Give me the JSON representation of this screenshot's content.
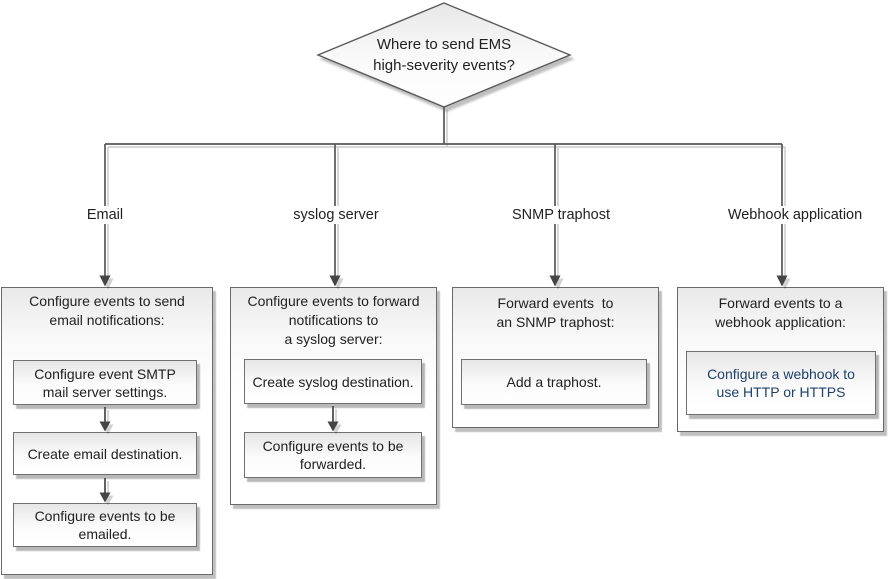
{
  "diagram": {
    "decision": {
      "text": [
        "Where to send EMS",
        "high-severity events?"
      ]
    },
    "branches": [
      {
        "label": "Email",
        "title": [
          "Configure events to send",
          "email notifications:"
        ],
        "steps": [
          [
            "Configure event SMTP",
            "mail server settings."
          ],
          [
            "Create email destination."
          ],
          [
            "Configure events to be",
            "emailed."
          ]
        ]
      },
      {
        "label": "syslog server",
        "title": [
          "Configure events to forward",
          "notifications to",
          "a syslog server:"
        ],
        "steps": [
          [
            "Create syslog destination."
          ],
          [
            "Configure events to be",
            "forwarded."
          ]
        ]
      },
      {
        "label": "SNMP traphost",
        "title": [
          "Forward events  to",
          "an SNMP traphost:"
        ],
        "steps": [
          [
            "Add a traphost."
          ]
        ]
      },
      {
        "label": "Webhook application",
        "title": [
          "Forward events to a",
          "webhook application:"
        ],
        "steps": [
          [
            "Configure a webhook to",
            "use HTTP or HTTPS"
          ]
        ]
      }
    ],
    "colors": {
      "connector_line": "#575757",
      "arrowhead": "#454545",
      "box_border": "#6a6a6a",
      "text": "#212121",
      "webhook_step_text": "#1e4069",
      "shape_fill_top": "#e9e9e9",
      "shape_fill_bottom": "#ffffff"
    }
  }
}
